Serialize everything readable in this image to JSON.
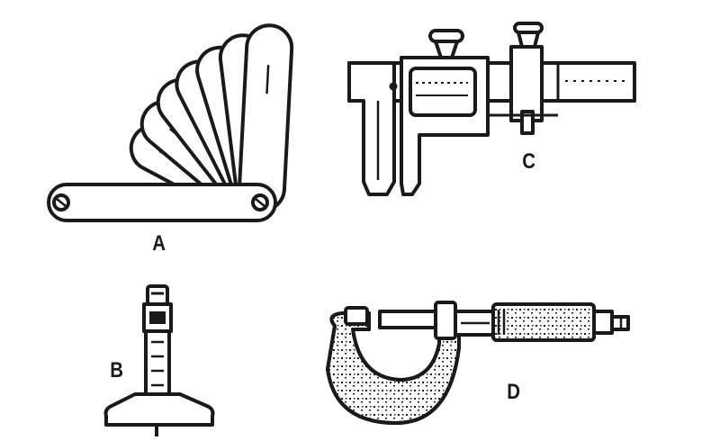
{
  "figure": {
    "labels": {
      "a": "A",
      "b": "B",
      "c": "C",
      "d": "D"
    },
    "tools": [
      {
        "id": "a",
        "icon": "feeler-gauge-icon"
      },
      {
        "id": "b",
        "icon": "depth-micrometer-icon"
      },
      {
        "id": "c",
        "icon": "vernier-caliper-icon"
      },
      {
        "id": "d",
        "icon": "outside-micrometer-icon"
      }
    ],
    "colors": {
      "ink": "#1a1a1a",
      "paper": "#ffffff"
    }
  }
}
